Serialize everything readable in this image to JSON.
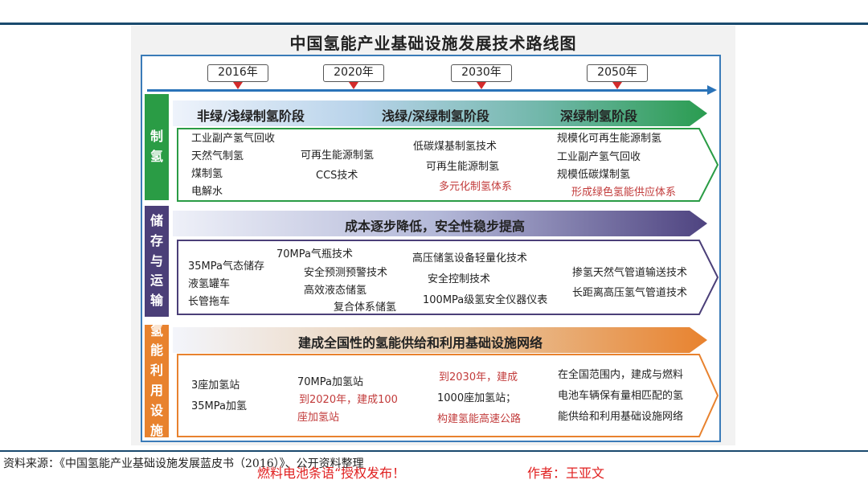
{
  "title": "中国氢能产业基础设施发展技术路线图",
  "years": [
    "2016年",
    "2020年",
    "2030年",
    "2050年"
  ],
  "colors": {
    "green": "#2a9c45",
    "purple": "#4b3f78",
    "orange": "#e8822e",
    "timeline": "#2a73b8",
    "highlight_red": "#c23b3b"
  },
  "sections": [
    {
      "side_label": [
        "制",
        "氢"
      ],
      "banner": [
        "非绿/浅绿制氢阶段",
        "浅绿/深绿制氢阶段",
        "深绿制氢阶段"
      ],
      "columns": [
        [
          "工业副产氢气回收",
          "天然气制氢",
          "煤制氢",
          "电解水"
        ],
        [
          "可再生能源制氢",
          "CCS技术"
        ],
        [
          "低碳煤基制氢技术",
          "可再生能源制氢",
          "多元化制氢体系"
        ],
        [
          "规模化可再生能源制氢",
          "工业副产氢气回收",
          "规模低碳煤制氢",
          "形成绿色氢能供应体系"
        ]
      ]
    },
    {
      "side_label": [
        "储",
        "存",
        "与",
        "运",
        "输"
      ],
      "banner": [
        "成本逐步降低，安全性稳步提高"
      ],
      "columns": [
        [
          "35MPa气态储存",
          "液氢罐车",
          "长管拖车"
        ],
        [
          "70MPa气瓶技术",
          "安全预测预警技术",
          "高效液态储氢",
          "复合体系储氢"
        ],
        [
          "高压储氢设备轻量化技术",
          "安全控制技术",
          "100MPa级氢安全仪器仪表"
        ],
        [
          "掺氢天然气管道输送技术",
          "长距离高压氢气管道技术"
        ]
      ]
    },
    {
      "side_label": [
        "氢",
        "能",
        "利",
        "用",
        "设",
        "施"
      ],
      "banner": [
        "建成全国性的氢能供给和利用基础设施网络"
      ],
      "columns": [
        [
          "3座加氢站",
          "35MPa加氢"
        ],
        [
          "70MPa加氢站",
          "到2020年，建成100",
          "座加氢站"
        ],
        [
          "到2030年，建成",
          "1000座加氢站；",
          "构建氢能高速公路"
        ],
        [
          "在全国范围内，建成与燃料",
          "电池车辆保有量相匹配的氢",
          "能供给和利用基础设施网络"
        ]
      ]
    }
  ],
  "footer": {
    "source": "资料来源：《中国氢能产业基础设施发展蓝皮书（2016）》、公开资料整理",
    "watermark": "燃料电池条语“授权发布！",
    "author": "作者：王亚文"
  }
}
